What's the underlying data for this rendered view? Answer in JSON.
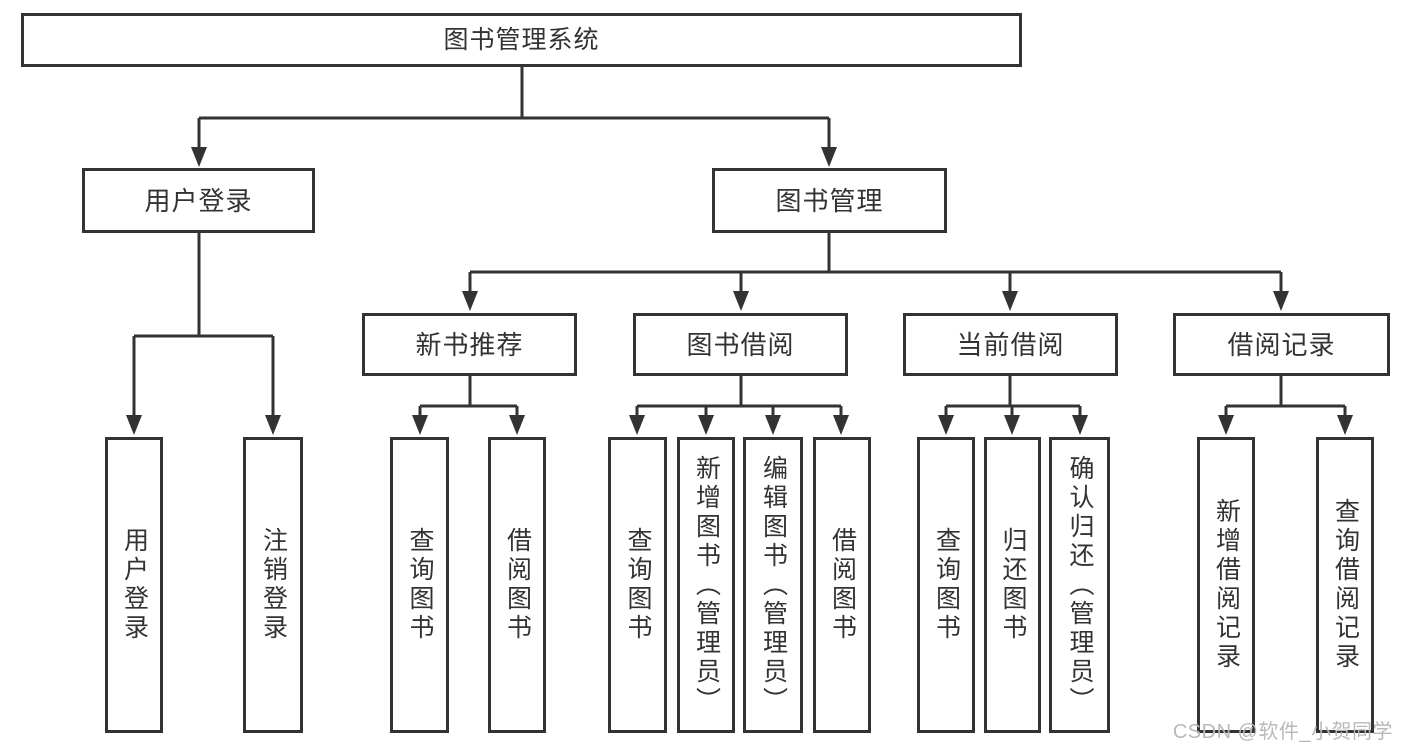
{
  "colors": {
    "line": "#333333",
    "text": "#333333",
    "background": "#ffffff",
    "watermark": "#b9b9b9"
  },
  "nodes": {
    "root": {
      "label": "图书管理系统"
    },
    "branches": [
      {
        "label": "用户登录",
        "children": [
          {
            "label": "用户登录"
          },
          {
            "label": "注销登录"
          }
        ]
      },
      {
        "label": "图书管理",
        "children": [
          {
            "label": "新书推荐",
            "children": [
              {
                "label": "查询图书"
              },
              {
                "label": "借阅图书"
              }
            ]
          },
          {
            "label": "图书借阅",
            "children": [
              {
                "label": "查询图书"
              },
              {
                "label": "新增图书（管理员）"
              },
              {
                "label": "编辑图书（管理员）"
              },
              {
                "label": "借阅图书"
              }
            ]
          },
          {
            "label": "当前借阅",
            "children": [
              {
                "label": "查询图书"
              },
              {
                "label": "归还图书"
              },
              {
                "label": "确认归还（管理员）"
              }
            ]
          },
          {
            "label": "借阅记录",
            "children": [
              {
                "label": "新增借阅记录"
              },
              {
                "label": "查询借阅记录"
              }
            ]
          }
        ]
      }
    ]
  },
  "watermark": "CSDN @软件_小贺同学"
}
